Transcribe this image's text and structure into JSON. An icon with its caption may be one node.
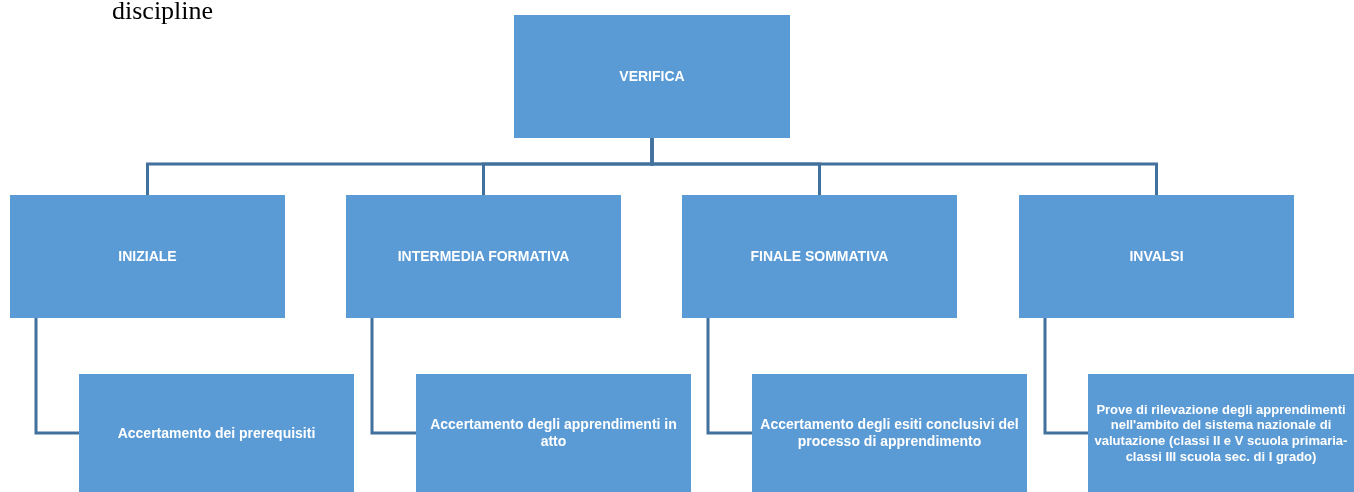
{
  "diagram": {
    "nodes": [
      {
        "text": [
          "VERIFICA"
        ]
      },
      {
        "text": [
          "INIZIALE"
        ]
      },
      {
        "text": [
          "INTERMEDIA FORMATIVA"
        ]
      },
      {
        "text": [
          "FINALE SOMMATIVA"
        ]
      },
      {
        "text": [
          "INVALSI"
        ]
      },
      {
        "text": [
          "Accertamento dei prerequisiti"
        ]
      },
      {
        "text": [
          "Accertamento degli apprendimenti in atto"
        ]
      },
      {
        "text": [
          "Accertamento degli esiti conclusivi del processo di apprendimento"
        ]
      },
      {
        "text": [
          "Prove di rilevazione degli apprendimenti nell'ambito del sistema nazionale di valutazione (classi II e V scuola primaria- classi III scuola sec. di I grado)"
        ]
      }
    ],
    "edges": [
      {
        "from": 0,
        "to": 1,
        "arrow": "none"
      },
      {
        "from": 0,
        "to": 2,
        "arrow": "none"
      },
      {
        "from": 0,
        "to": 3,
        "arrow": "none"
      },
      {
        "from": 0,
        "to": 4,
        "arrow": "none"
      },
      {
        "from": 1,
        "to": 5,
        "arrow": "none"
      },
      {
        "from": 2,
        "to": 6,
        "arrow": "none"
      },
      {
        "from": 3,
        "to": 7,
        "arrow": "none"
      },
      {
        "from": 4,
        "to": 8,
        "arrow": "none"
      }
    ],
    "labels": [
      "discipline"
    ]
  }
}
